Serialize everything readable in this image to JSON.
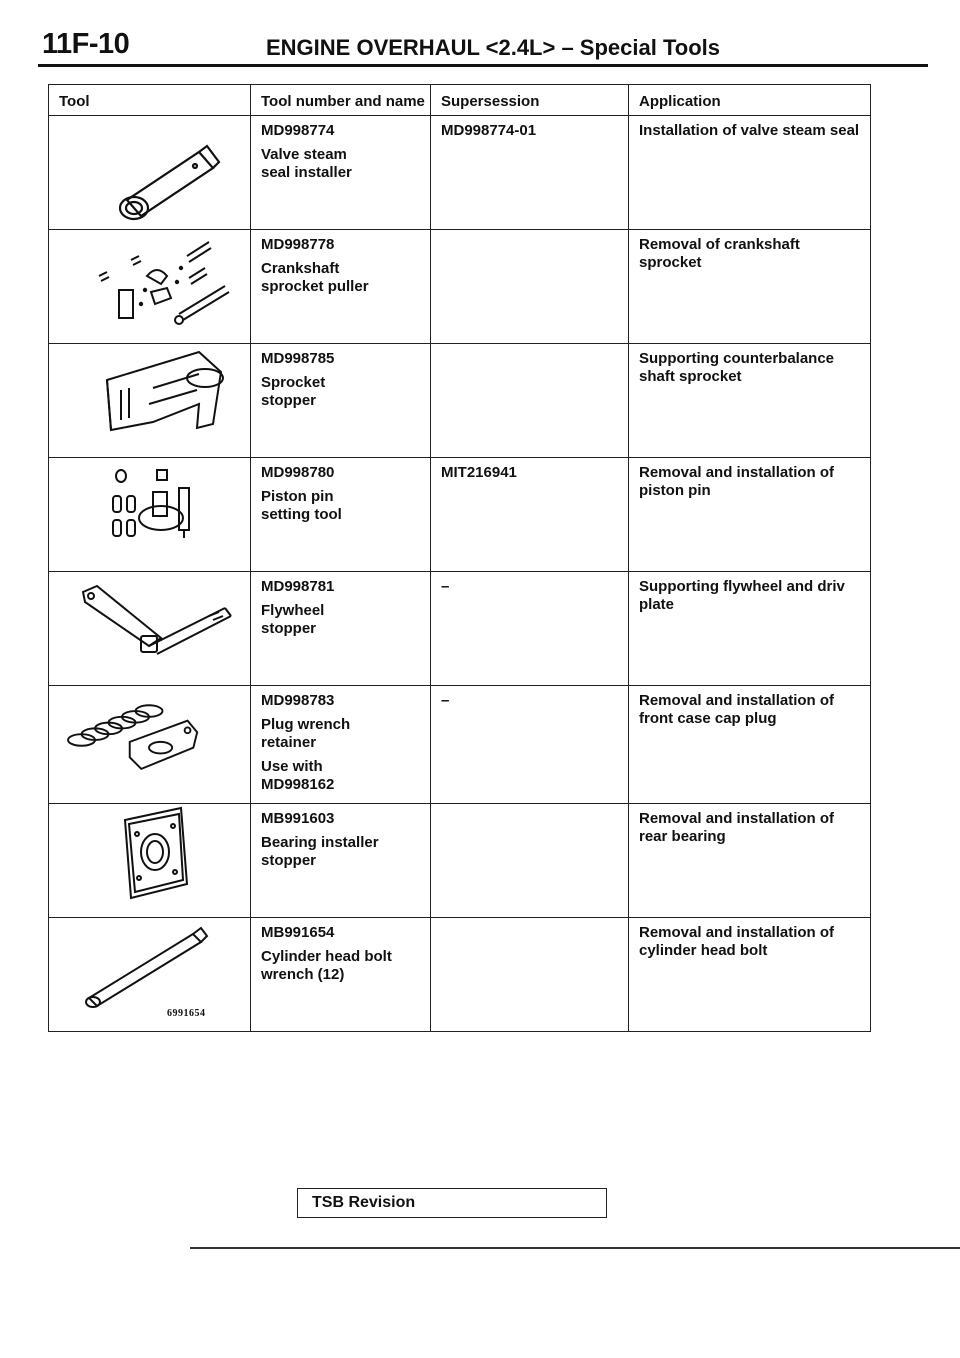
{
  "header": {
    "page_number": "11F-10",
    "title": "ENGINE OVERHAUL <2.4L> – Special Tools"
  },
  "table": {
    "columns": {
      "tool": "Tool",
      "number_name": "Tool number and name",
      "supersession": "Supersession",
      "application": "Application"
    },
    "rows": [
      {
        "icon": "valve-stem-seal-installer-icon",
        "number": "MD998774",
        "name": "Valve steam\nseal installer",
        "extra": "",
        "supersession": "MD998774-01",
        "application": "Installation of valve steam seal"
      },
      {
        "icon": "crankshaft-sprocket-puller-icon",
        "number": "MD998778",
        "name": "Crankshaft\nsprocket puller",
        "extra": "",
        "supersession": "",
        "application": "Removal of crankshaft sprocket"
      },
      {
        "icon": "sprocket-stopper-icon",
        "number": "MD998785",
        "name": "Sprocket\nstopper",
        "extra": "",
        "supersession": "",
        "application": "Supporting counterbalance shaft sprocket"
      },
      {
        "icon": "piston-pin-setting-tool-icon",
        "number": "MD998780",
        "name": "Piston pin\nsetting tool",
        "extra": "",
        "supersession": "MIT216941",
        "application": "Removal and installation of piston pin"
      },
      {
        "icon": "flywheel-stopper-icon",
        "number": "MD998781",
        "name": "Flywheel\nstopper",
        "extra": "",
        "supersession": "–",
        "application": "Supporting flywheel and driv plate"
      },
      {
        "icon": "plug-wrench-retainer-icon",
        "number": "MD998783",
        "name": "Plug wrench\nretainer",
        "extra": "Use          with\nMD998162",
        "supersession": "–",
        "application": "Removal and installation of front case cap plug"
      },
      {
        "icon": "bearing-installer-stopper-icon",
        "number": "MB991603",
        "name": "Bearing installer\nstopper",
        "extra": "",
        "supersession": "",
        "application": "Removal and installation of rear bearing"
      },
      {
        "icon": "cylinder-head-bolt-wrench-icon",
        "number": "MB991654",
        "name": "Cylinder head bolt\nwrench (12)",
        "extra": "",
        "supersession": "",
        "application": "Removal and installation of cylinder head bolt",
        "caption": "6991654"
      }
    ]
  },
  "footer": {
    "tsb_label": "TSB Revision"
  }
}
